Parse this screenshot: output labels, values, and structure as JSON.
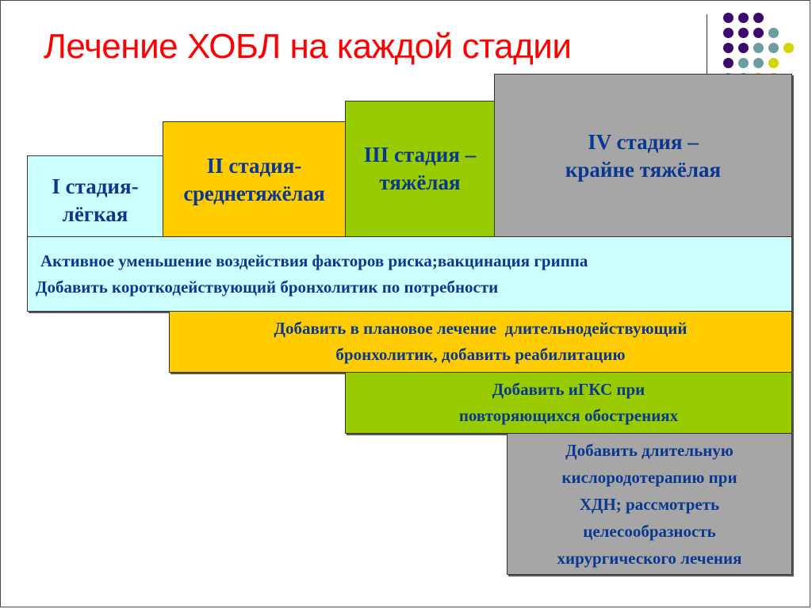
{
  "slide": {
    "title": "Лечение ХОБЛ на каждой стадии",
    "colors": {
      "title": "#ff0000",
      "text": "#0a3891",
      "stage1": "#ccffff",
      "stage2": "#ffcc00",
      "stage3": "#99cc00",
      "stage4": "#a6a6a6"
    },
    "decoration": {
      "dots_grid": "5x5 dot pattern (purple, teal, yellow)"
    },
    "stages": [
      {
        "line1": "I стадия-",
        "line2": "лёгкая"
      },
      {
        "line1": "II стадия-",
        "line2": "среднетяжёлая"
      },
      {
        "line1": "III стадия –",
        "line2": "тяжёлая"
      },
      {
        "line1": "IV стадия –",
        "line2": "крайне тяжёлая"
      }
    ],
    "treatments": [
      {
        "line1": "Активное уменьшение воздействия факторов риска;вакцинация гриппа",
        "line2": "Добавить короткодействующий бронхолитик по потребности"
      },
      {
        "line1": "Добавить в плановое лечение  длительнодействующий",
        "line2": "бронхолитик, добавить реабилитацию"
      },
      {
        "line1": "Добавить иГКС при",
        "line2": "повторяющихся обострениях"
      },
      {
        "line1": "Добавить длительную",
        "line2": "кислородотерапию при",
        "line3": "ХДН; рассмотреть",
        "line4": "целесообразность",
        "line5": "хирургического лечения"
      }
    ]
  }
}
